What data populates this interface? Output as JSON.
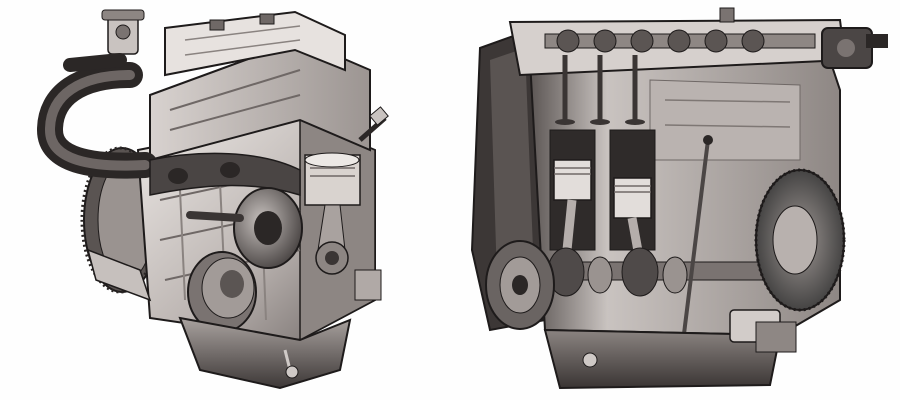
{
  "image": {
    "background": "#ffffff",
    "palette": {
      "metal_light": "#e4dfdc",
      "metal_mid": "#b7b0ad",
      "metal_dark": "#6f6866",
      "shadow": "#3a3534",
      "ink": "#1e1b1b",
      "cutaway": "#d9d3cf"
    },
    "subjects": [
      {
        "name": "engine-exterior-view",
        "icon": "engine-3d-illustration"
      },
      {
        "name": "engine-cutaway-view",
        "icon": "engine-cross-section-illustration"
      }
    ]
  }
}
